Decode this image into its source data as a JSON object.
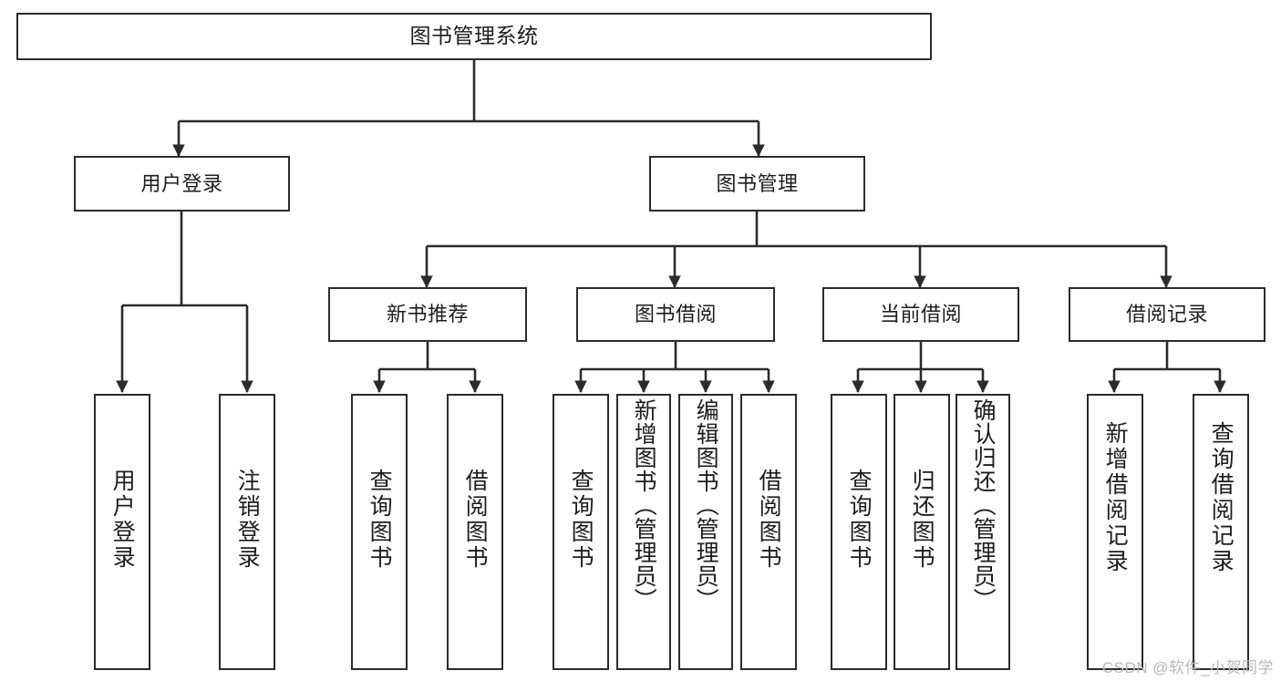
{
  "diagram": {
    "title": "图书管理系统",
    "type": "tree-hierarchy",
    "watermark": "CSDN @软件_小贺同学",
    "colors": {
      "box_border": "#2b2b2b",
      "box_fill": "#ffffff",
      "edge": "#2b2b2b",
      "text": "#1d1d1d",
      "watermark": "#b9b9b9",
      "background": "#ffffff"
    },
    "nodes": {
      "root": {
        "label": "图书管理系统"
      },
      "level2": [
        {
          "label": "用户登录"
        },
        {
          "label": "图书管理"
        }
      ],
      "level3": [
        {
          "label": "新书推荐"
        },
        {
          "label": "图书借阅"
        },
        {
          "label": "当前借阅"
        },
        {
          "label": "借阅记录"
        }
      ],
      "leaves": {
        "user_login": [
          {
            "label": "用户登录"
          },
          {
            "label": "注销登录"
          }
        ],
        "new_book": [
          {
            "label": "查询图书"
          },
          {
            "label": "借阅图书"
          }
        ],
        "book_borrow": [
          {
            "label": "查询图书"
          },
          {
            "label": "新增图书（管理员）"
          },
          {
            "label": "编辑图书（管理员）"
          },
          {
            "label": "借阅图书"
          }
        ],
        "current_borrow": [
          {
            "label": "查询图书"
          },
          {
            "label": "归还图书"
          },
          {
            "label": "确认归还（管理员）"
          }
        ],
        "borrow_record": [
          {
            "label": "新增借阅记录"
          },
          {
            "label": "查询借阅记录"
          }
        ]
      }
    }
  }
}
